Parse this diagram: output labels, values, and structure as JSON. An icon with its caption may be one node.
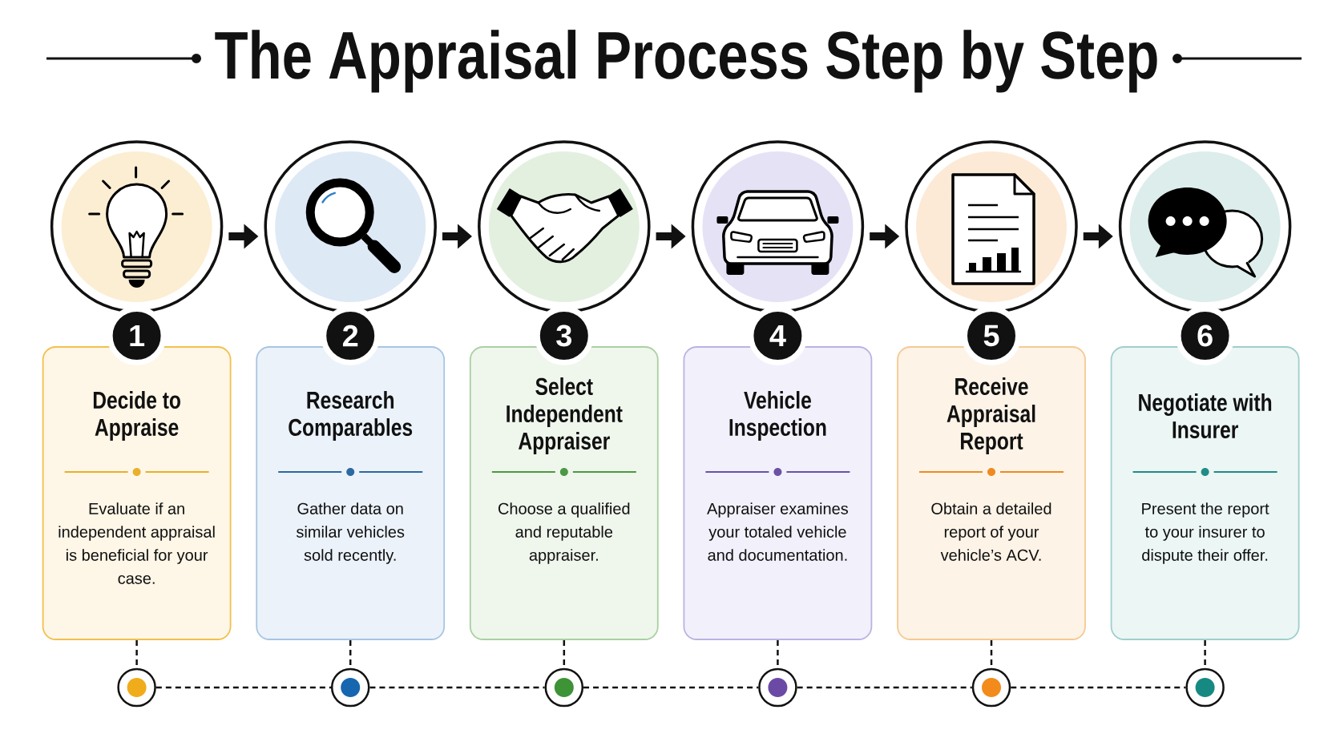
{
  "diagram": {
    "title": "The Appraisal Process Step by Step",
    "nodes": [
      {
        "text": [],
        "shape": "circle"
      },
      {
        "text": [],
        "shape": "circle"
      },
      {
        "text": [],
        "shape": "circle"
      },
      {
        "text": [],
        "shape": "circle"
      },
      {
        "text": [],
        "shape": "circle"
      },
      {
        "text": [],
        "shape": "circle"
      },
      {
        "text": [
          "1"
        ]
      },
      {
        "text": [
          "2"
        ]
      },
      {
        "text": [
          "3"
        ]
      },
      {
        "text": [
          "4"
        ]
      },
      {
        "text": [
          "5"
        ]
      },
      {
        "text": [
          "6"
        ]
      },
      {
        "text": [
          "Decide to Appraise",
          "Evaluate if an independent appraisal is beneficial for your case."
        ]
      },
      {
        "text": [
          "Research Comparables",
          "Gather data on similar vehicles sold recently."
        ]
      },
      {
        "text": [
          "Select Independent Appraiser",
          "Choose a qualified and reputable appraiser."
        ]
      },
      {
        "text": [
          "Vehicle Inspection",
          "Appraiser examines your totaled vehicle and documentation."
        ]
      },
      {
        "text": [
          "Receive Appraisal Report",
          "Obtain a detailed report of your vehicle’s ACV."
        ]
      },
      {
        "text": [
          "Negotiate with Insurer",
          "Present the report to your insurer to dispute their offer."
        ]
      },
      {
        "text": [],
        "shape": "circle"
      },
      {
        "text": [],
        "shape": "circle"
      },
      {
        "text": [],
        "shape": "circle"
      },
      {
        "text": [],
        "shape": "circle"
      },
      {
        "text": [],
        "shape": "circle"
      },
      {
        "text": [],
        "shape": "circle"
      }
    ],
    "edges": [
      {
        "from": 0,
        "to": 1,
        "arrow": "to",
        "style": "thick"
      },
      {
        "from": 1,
        "to": 2,
        "arrow": "to",
        "style": "thick"
      },
      {
        "from": 2,
        "to": 3,
        "arrow": "to",
        "style": "thick"
      },
      {
        "from": 3,
        "to": 4,
        "arrow": "to",
        "style": "thick"
      },
      {
        "from": 4,
        "to": 5,
        "arrow": "to",
        "style": "thick"
      },
      {
        "from": 12,
        "to": 18,
        "arrow": "none",
        "style": "dashed"
      },
      {
        "from": 13,
        "to": 19,
        "arrow": "none",
        "style": "dashed"
      },
      {
        "from": 14,
        "to": 20,
        "arrow": "none",
        "style": "dashed"
      },
      {
        "from": 15,
        "to": 21,
        "arrow": "none",
        "style": "dashed"
      },
      {
        "from": 16,
        "to": 22,
        "arrow": "none",
        "style": "dashed"
      },
      {
        "from": 17,
        "to": 23,
        "arrow": "none",
        "style": "dashed"
      },
      {
        "from": 18,
        "to": 19,
        "arrow": "none",
        "style": "dashed"
      },
      {
        "from": 19,
        "to": 20,
        "arrow": "none",
        "style": "dashed"
      },
      {
        "from": 20,
        "to": 21,
        "arrow": "none",
        "style": "dashed"
      },
      {
        "from": 21,
        "to": 22,
        "arrow": "none",
        "style": "dashed"
      },
      {
        "from": 22,
        "to": 23,
        "arrow": "none",
        "style": "dashed"
      }
    ]
  }
}
